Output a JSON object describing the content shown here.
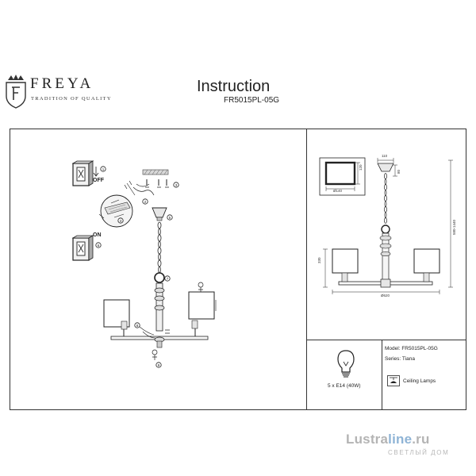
{
  "brand": {
    "name": "FREYA",
    "tagline": "TRADITION OF QUALITY"
  },
  "header": {
    "title": "Instruction",
    "model": "FR5015PL-05G"
  },
  "install": {
    "off_label": "OFF",
    "on_label": "ON"
  },
  "dimensions": {
    "box_width": "Ø140",
    "box_height": "120",
    "canopy_width": "110",
    "canopy_height": "80",
    "total_height": "580-1440",
    "shade_height": "330",
    "span": "Ø620"
  },
  "bulb": {
    "spec": "5 x E14 (40W)"
  },
  "info": {
    "model": "Model: FR5015PL-05G",
    "series": "Series: Tiana",
    "category": "Ceiling Lamps"
  },
  "watermark": {
    "part1": "Lustra",
    "part2": "line",
    "part3": ".ru",
    "tagline": "СВЕТЛЫЙ ДОМ"
  }
}
